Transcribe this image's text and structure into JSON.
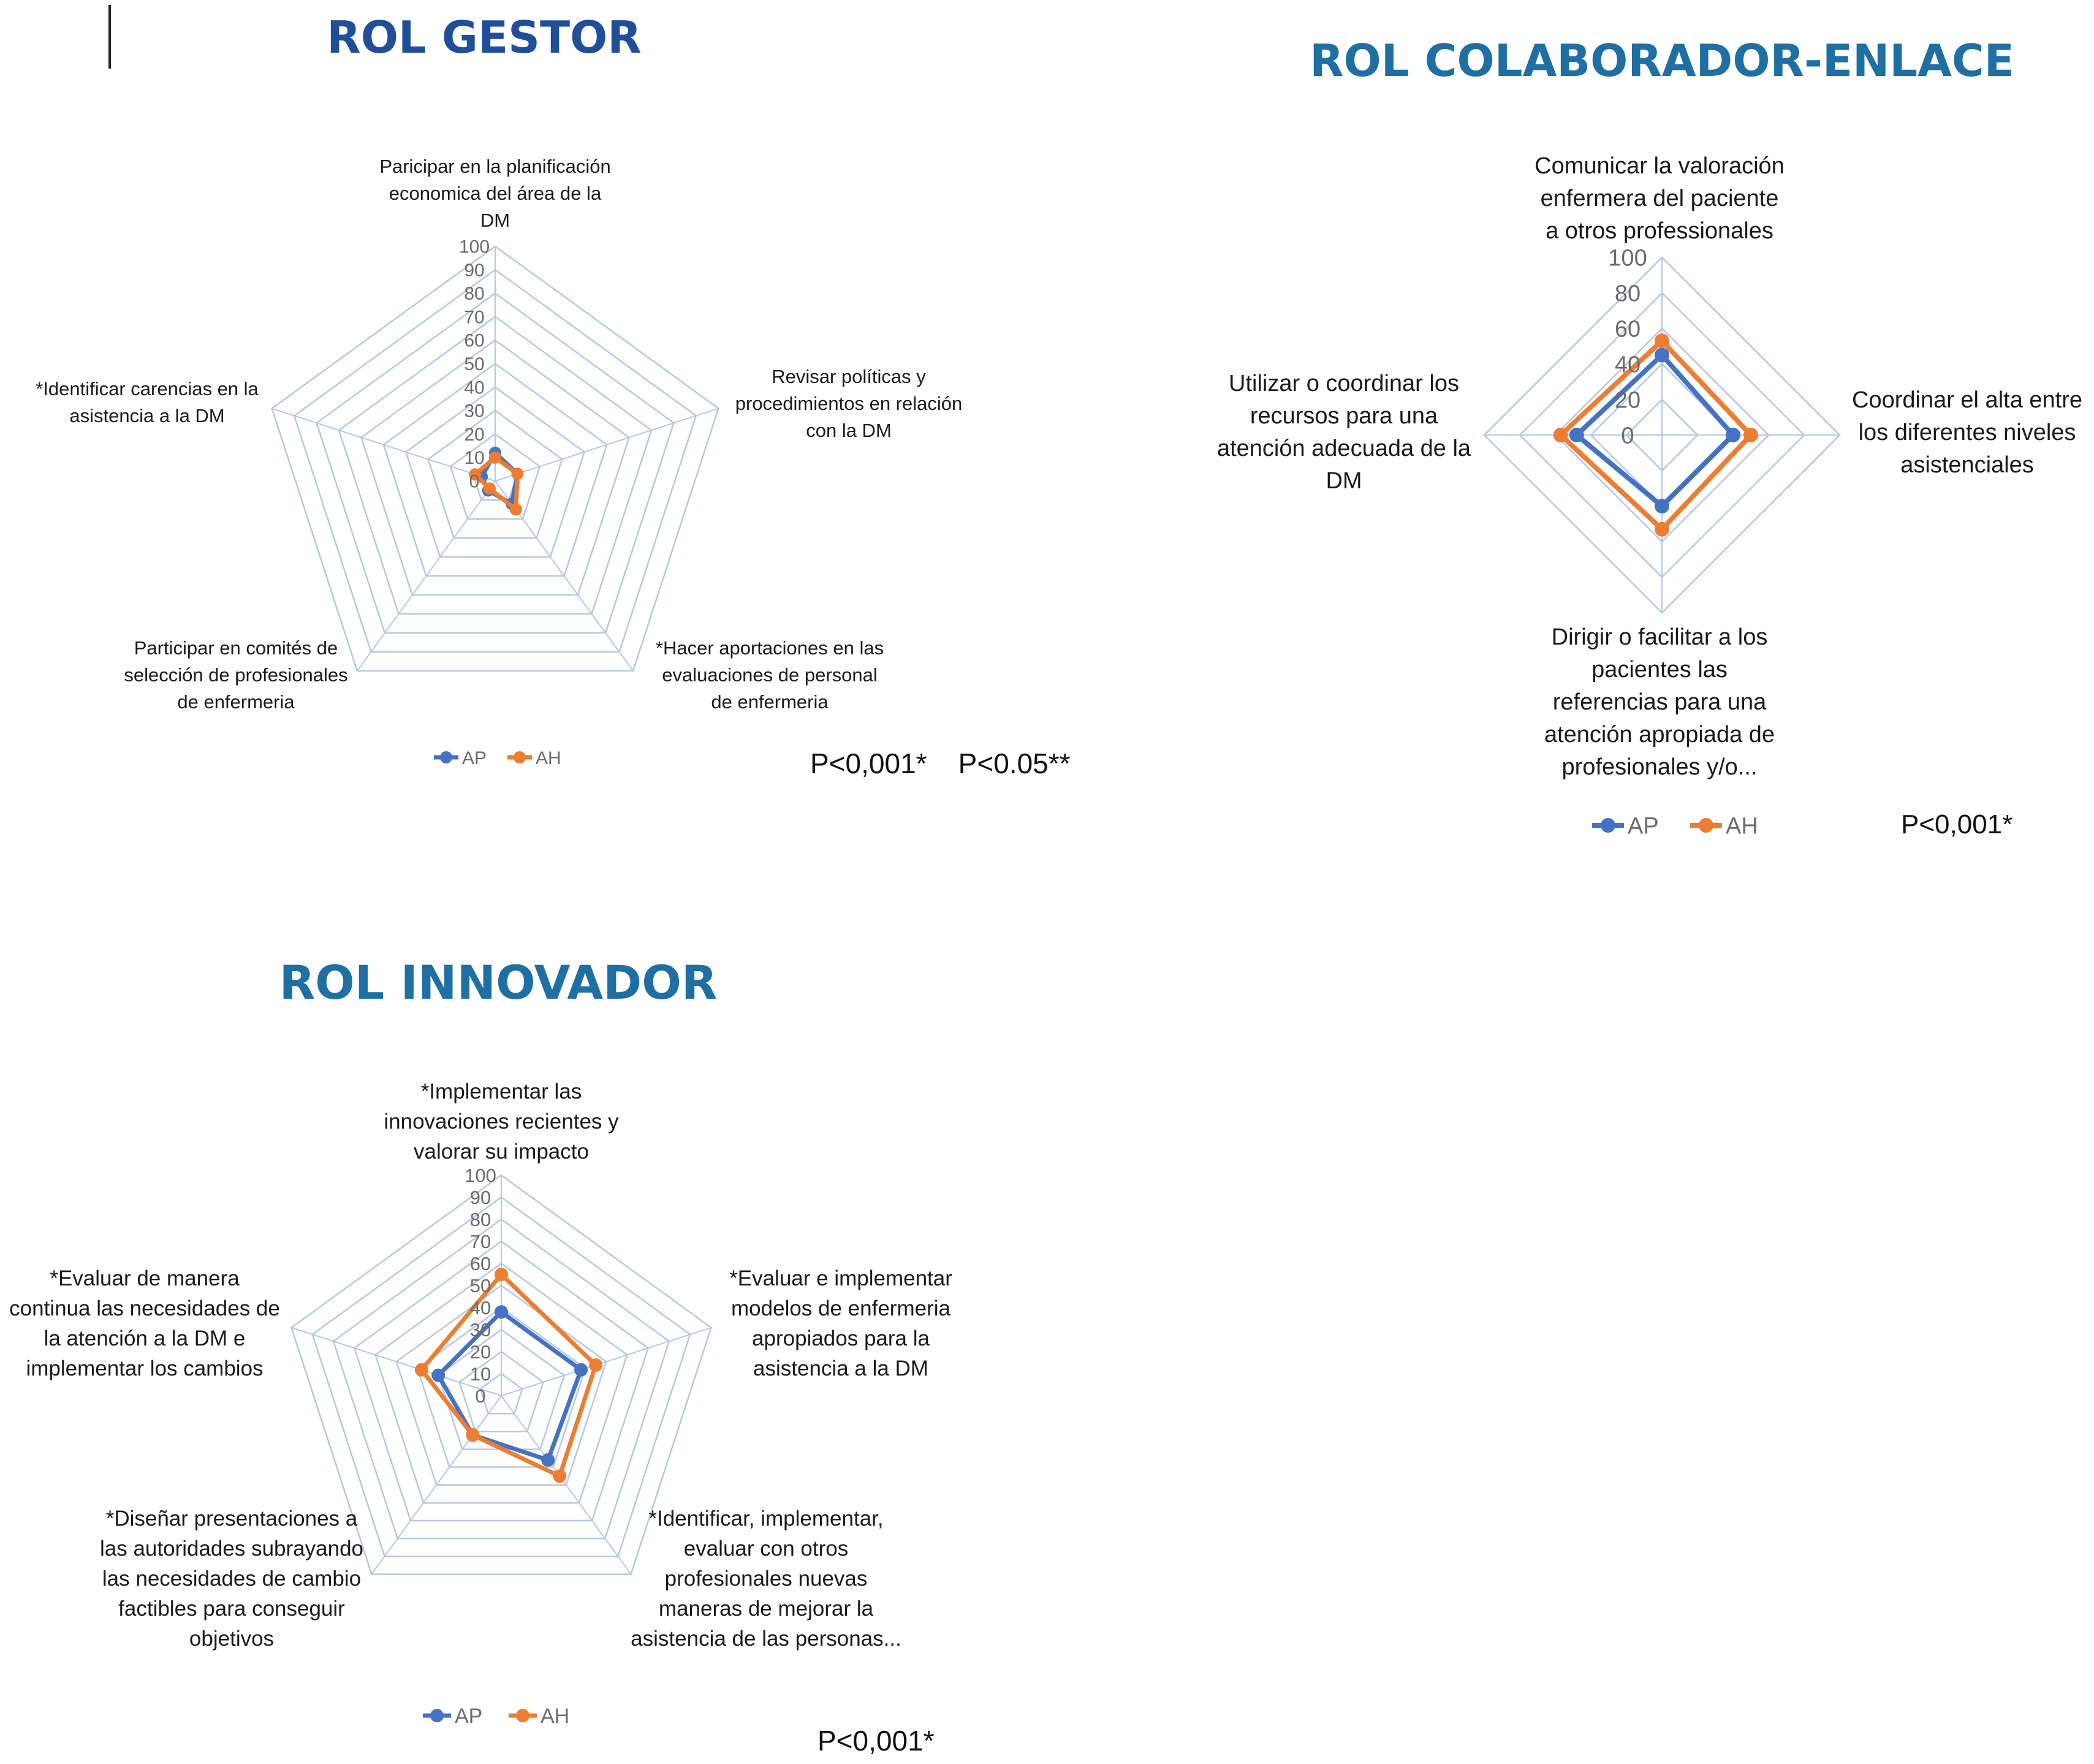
{
  "colors": {
    "AP": "#4472c4",
    "AH": "#ed7d31",
    "grid": "#b4c7e7",
    "title_dark": "#1f4e9a",
    "title_teal": "#1e6fa3"
  },
  "chart_data": [
    {
      "type": "radar",
      "title": "ROL GESTOR",
      "categories": [
        [
          "Paricipar en la planificación",
          "economica del área de la",
          "DM"
        ],
        [
          "Revisar políticas y",
          "procedimientos en relación",
          "con la DM"
        ],
        [
          "*Hacer aportaciones en las",
          "evaluaciones de personal",
          "de enfermeria"
        ],
        [
          "Participar en comités de",
          "selección de profesionales",
          "de enfermeria"
        ],
        [
          "*Identificar carencias en la",
          "asistencia a la DM"
        ]
      ],
      "series": [
        {
          "name": "AP",
          "values": [
            12,
            10,
            12,
            5,
            6
          ]
        },
        {
          "name": "AH",
          "values": [
            10,
            10,
            15,
            4,
            9
          ]
        }
      ],
      "rlim": [
        0,
        100
      ],
      "ticks": [
        "0",
        "10",
        "20",
        "30",
        "40",
        "50",
        "60",
        "70",
        "80",
        "90",
        "100"
      ],
      "legend": [
        "AP",
        "AH"
      ],
      "legend_position": "bottom",
      "pvalues": "P<0,001*    P<0.05**"
    },
    {
      "type": "radar",
      "title": "ROL COLABORADOR-ENLACE",
      "categories": [
        [
          "Comunicar la valoración",
          "enfermera del paciente",
          "a otros professionales"
        ],
        [
          "Coordinar el alta entre",
          "los diferentes niveles",
          "asistenciales"
        ],
        [
          "Dirigir o facilitar a los",
          "pacientes las",
          "referencias para una",
          "atención apropiada de",
          "profesionales y/o..."
        ],
        [
          "Utilizar o coordinar los",
          "recursos para una",
          "atención adecuada de la",
          "DM"
        ]
      ],
      "series": [
        {
          "name": "AP",
          "values": [
            45,
            40,
            40,
            48
          ]
        },
        {
          "name": "AH",
          "values": [
            53,
            50,
            53,
            57
          ]
        }
      ],
      "rlim": [
        0,
        100
      ],
      "ticks": [
        "0",
        "20",
        "40",
        "60",
        "80",
        "100"
      ],
      "legend": [
        "AP",
        "AH"
      ],
      "legend_position": "bottom",
      "pvalues": "P<0,001*"
    },
    {
      "type": "radar",
      "title": "ROL INNOVADOR",
      "categories": [
        [
          "*Implementar las",
          "innovaciones recientes y",
          "valorar su impacto"
        ],
        [
          "*Evaluar e implementar",
          "modelos de enfermeria",
          "apropiados para la",
          "asistencia a la DM"
        ],
        [
          "*Identificar, implementar,",
          "evaluar con otros",
          "profesionales  nuevas",
          "maneras de mejorar la",
          "asistencia de las personas..."
        ],
        [
          "*Diseñar presentaciones  a",
          "las autoridades subrayando",
          "las necesidades de cambio",
          "factibles para conseguir",
          "objetivos"
        ],
        [
          "*Evaluar de manera",
          "continua las necesidades de",
          "la atención a la DM e",
          "implementar los cambios"
        ]
      ],
      "series": [
        {
          "name": "AP",
          "values": [
            38,
            38,
            36,
            22,
            30
          ]
        },
        {
          "name": "AH",
          "values": [
            55,
            45,
            45,
            22,
            38
          ]
        }
      ],
      "rlim": [
        0,
        100
      ],
      "ticks": [
        "0",
        "10",
        "20",
        "30",
        "40",
        "50",
        "60",
        "70",
        "80",
        "90",
        "100"
      ],
      "legend": [
        "AP",
        "AH"
      ],
      "legend_position": "bottom",
      "pvalues": "P<0,001*"
    }
  ]
}
